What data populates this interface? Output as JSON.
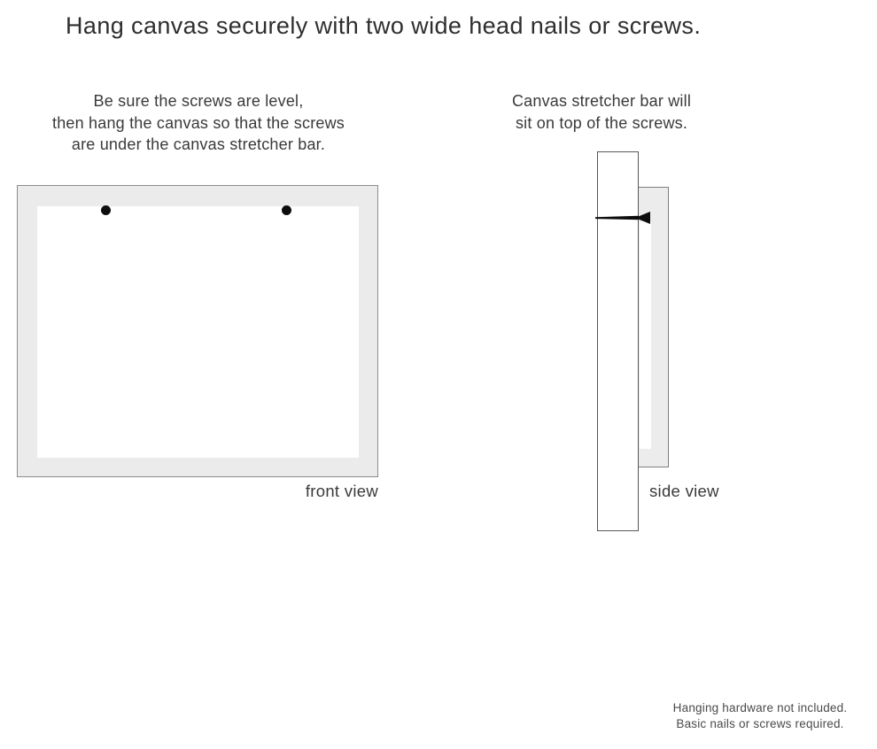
{
  "page": {
    "title": "Hang canvas securely with two wide head nails or screws."
  },
  "instructions": {
    "front": "Be sure the screws are level,\nthen hang the canvas so that the screws\nare under the canvas stretcher bar.",
    "side": "Canvas stretcher bar will\nsit on top of the screws."
  },
  "diagrams": {
    "front": {
      "label": "front view"
    },
    "side": {
      "label": "side view"
    }
  },
  "footnote": "Hanging hardware not included.\nBasic nails or screws required.",
  "colors": {
    "canvas_gray": "#ebebeb",
    "frame_border": "#8c8c8c",
    "wall_border": "#55585a",
    "side_canvas_gray": "#ececec",
    "side_canvas_border": "#7f7f7f",
    "text_dark": "#3a3a3a",
    "text_title": "#2e2e2e",
    "text_footnote": "#4a4a4a",
    "nail_black": "#0d0d0d"
  }
}
